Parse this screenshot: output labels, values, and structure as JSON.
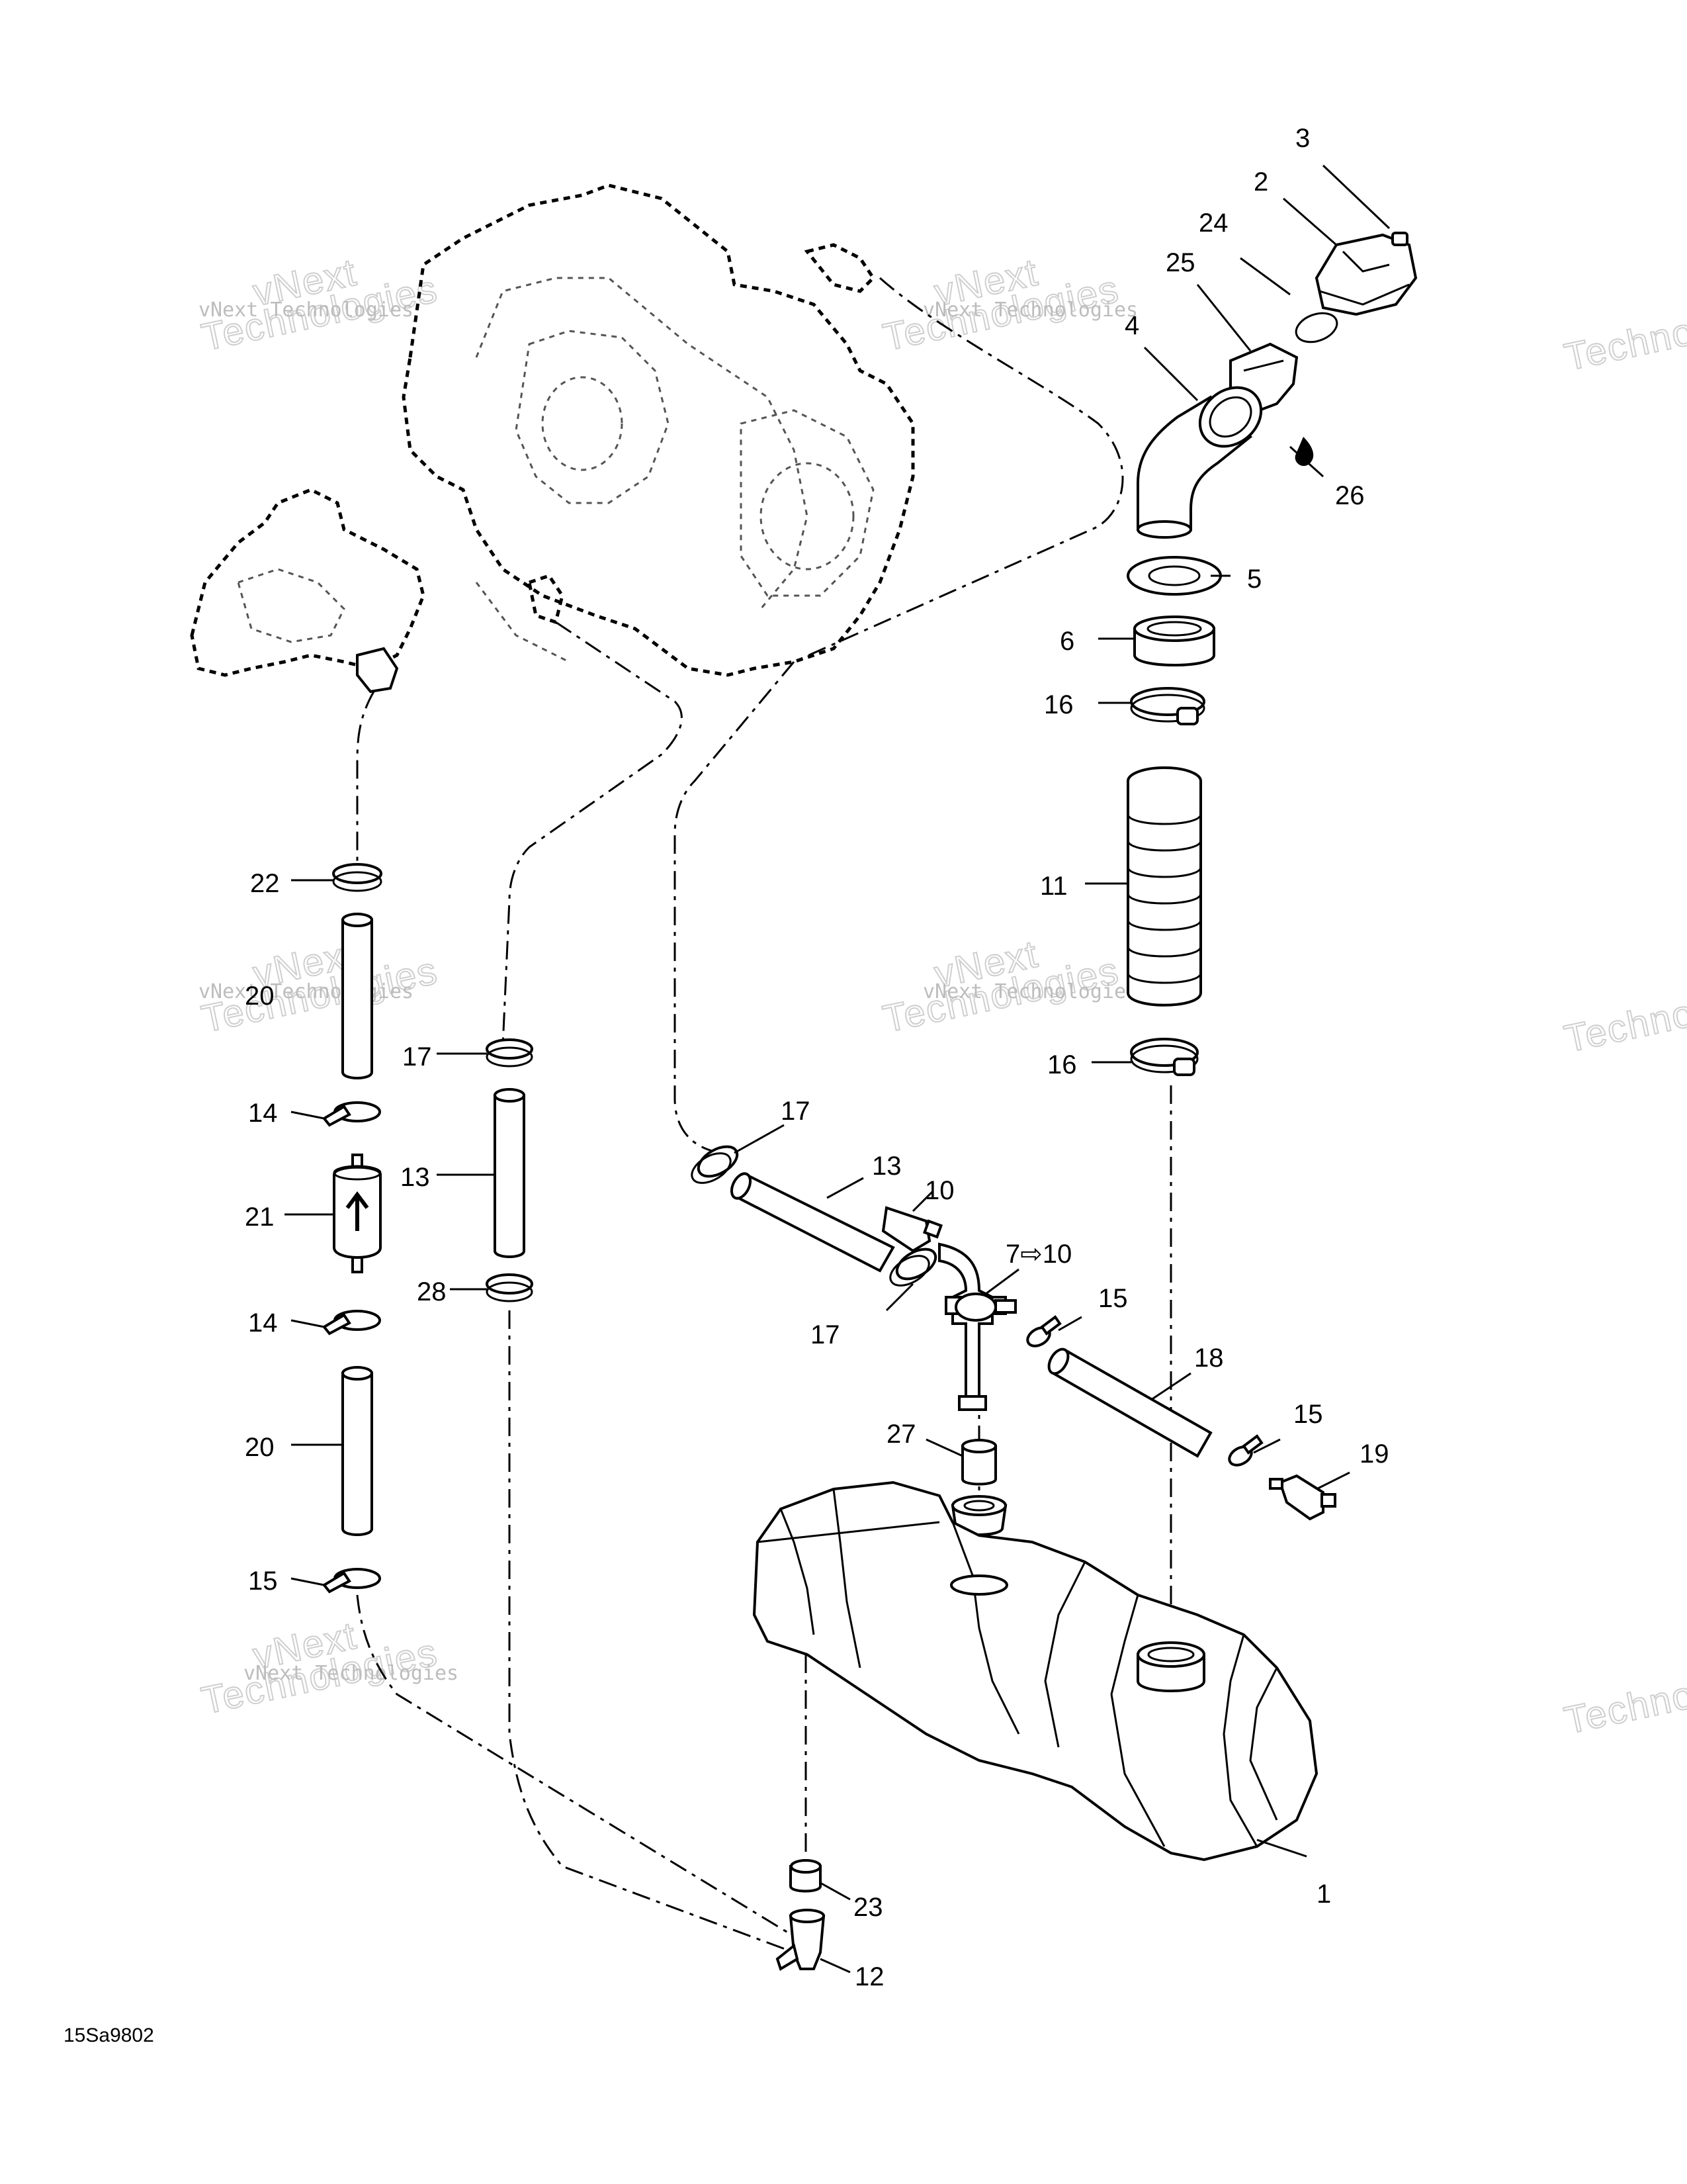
{
  "diagram": {
    "reference_code": "15Sa9802",
    "watermark": {
      "line1": "vNext Technologies",
      "line2": "vNext",
      "line3": "Technologies"
    },
    "callouts": [
      {
        "id": "c3",
        "label": "3"
      },
      {
        "id": "c2",
        "label": "2"
      },
      {
        "id": "c24",
        "label": "24"
      },
      {
        "id": "c25",
        "label": "25"
      },
      {
        "id": "c4",
        "label": "4"
      },
      {
        "id": "c26",
        "label": "26"
      },
      {
        "id": "c5",
        "label": "5"
      },
      {
        "id": "c6",
        "label": "6"
      },
      {
        "id": "c16a",
        "label": "16"
      },
      {
        "id": "c11",
        "label": "11"
      },
      {
        "id": "c16b",
        "label": "16"
      },
      {
        "id": "c22",
        "label": "22"
      },
      {
        "id": "c20a",
        "label": "20"
      },
      {
        "id": "c17a",
        "label": "17"
      },
      {
        "id": "c14a",
        "label": "14"
      },
      {
        "id": "c13a",
        "label": "13"
      },
      {
        "id": "c21",
        "label": "21"
      },
      {
        "id": "c28",
        "label": "28"
      },
      {
        "id": "c14b",
        "label": "14"
      },
      {
        "id": "c20b",
        "label": "20"
      },
      {
        "id": "c15a",
        "label": "15"
      },
      {
        "id": "c17b",
        "label": "17"
      },
      {
        "id": "c13b",
        "label": "13"
      },
      {
        "id": "c10",
        "label": "10"
      },
      {
        "id": "c7",
        "label": "7⇨10"
      },
      {
        "id": "c17c",
        "label": "17"
      },
      {
        "id": "c15b",
        "label": "15"
      },
      {
        "id": "c18",
        "label": "18"
      },
      {
        "id": "c27",
        "label": "27"
      },
      {
        "id": "c15c",
        "label": "15"
      },
      {
        "id": "c19",
        "label": "19"
      },
      {
        "id": "c1",
        "label": "1"
      },
      {
        "id": "c23",
        "label": "23"
      },
      {
        "id": "c12",
        "label": "12"
      }
    ]
  }
}
